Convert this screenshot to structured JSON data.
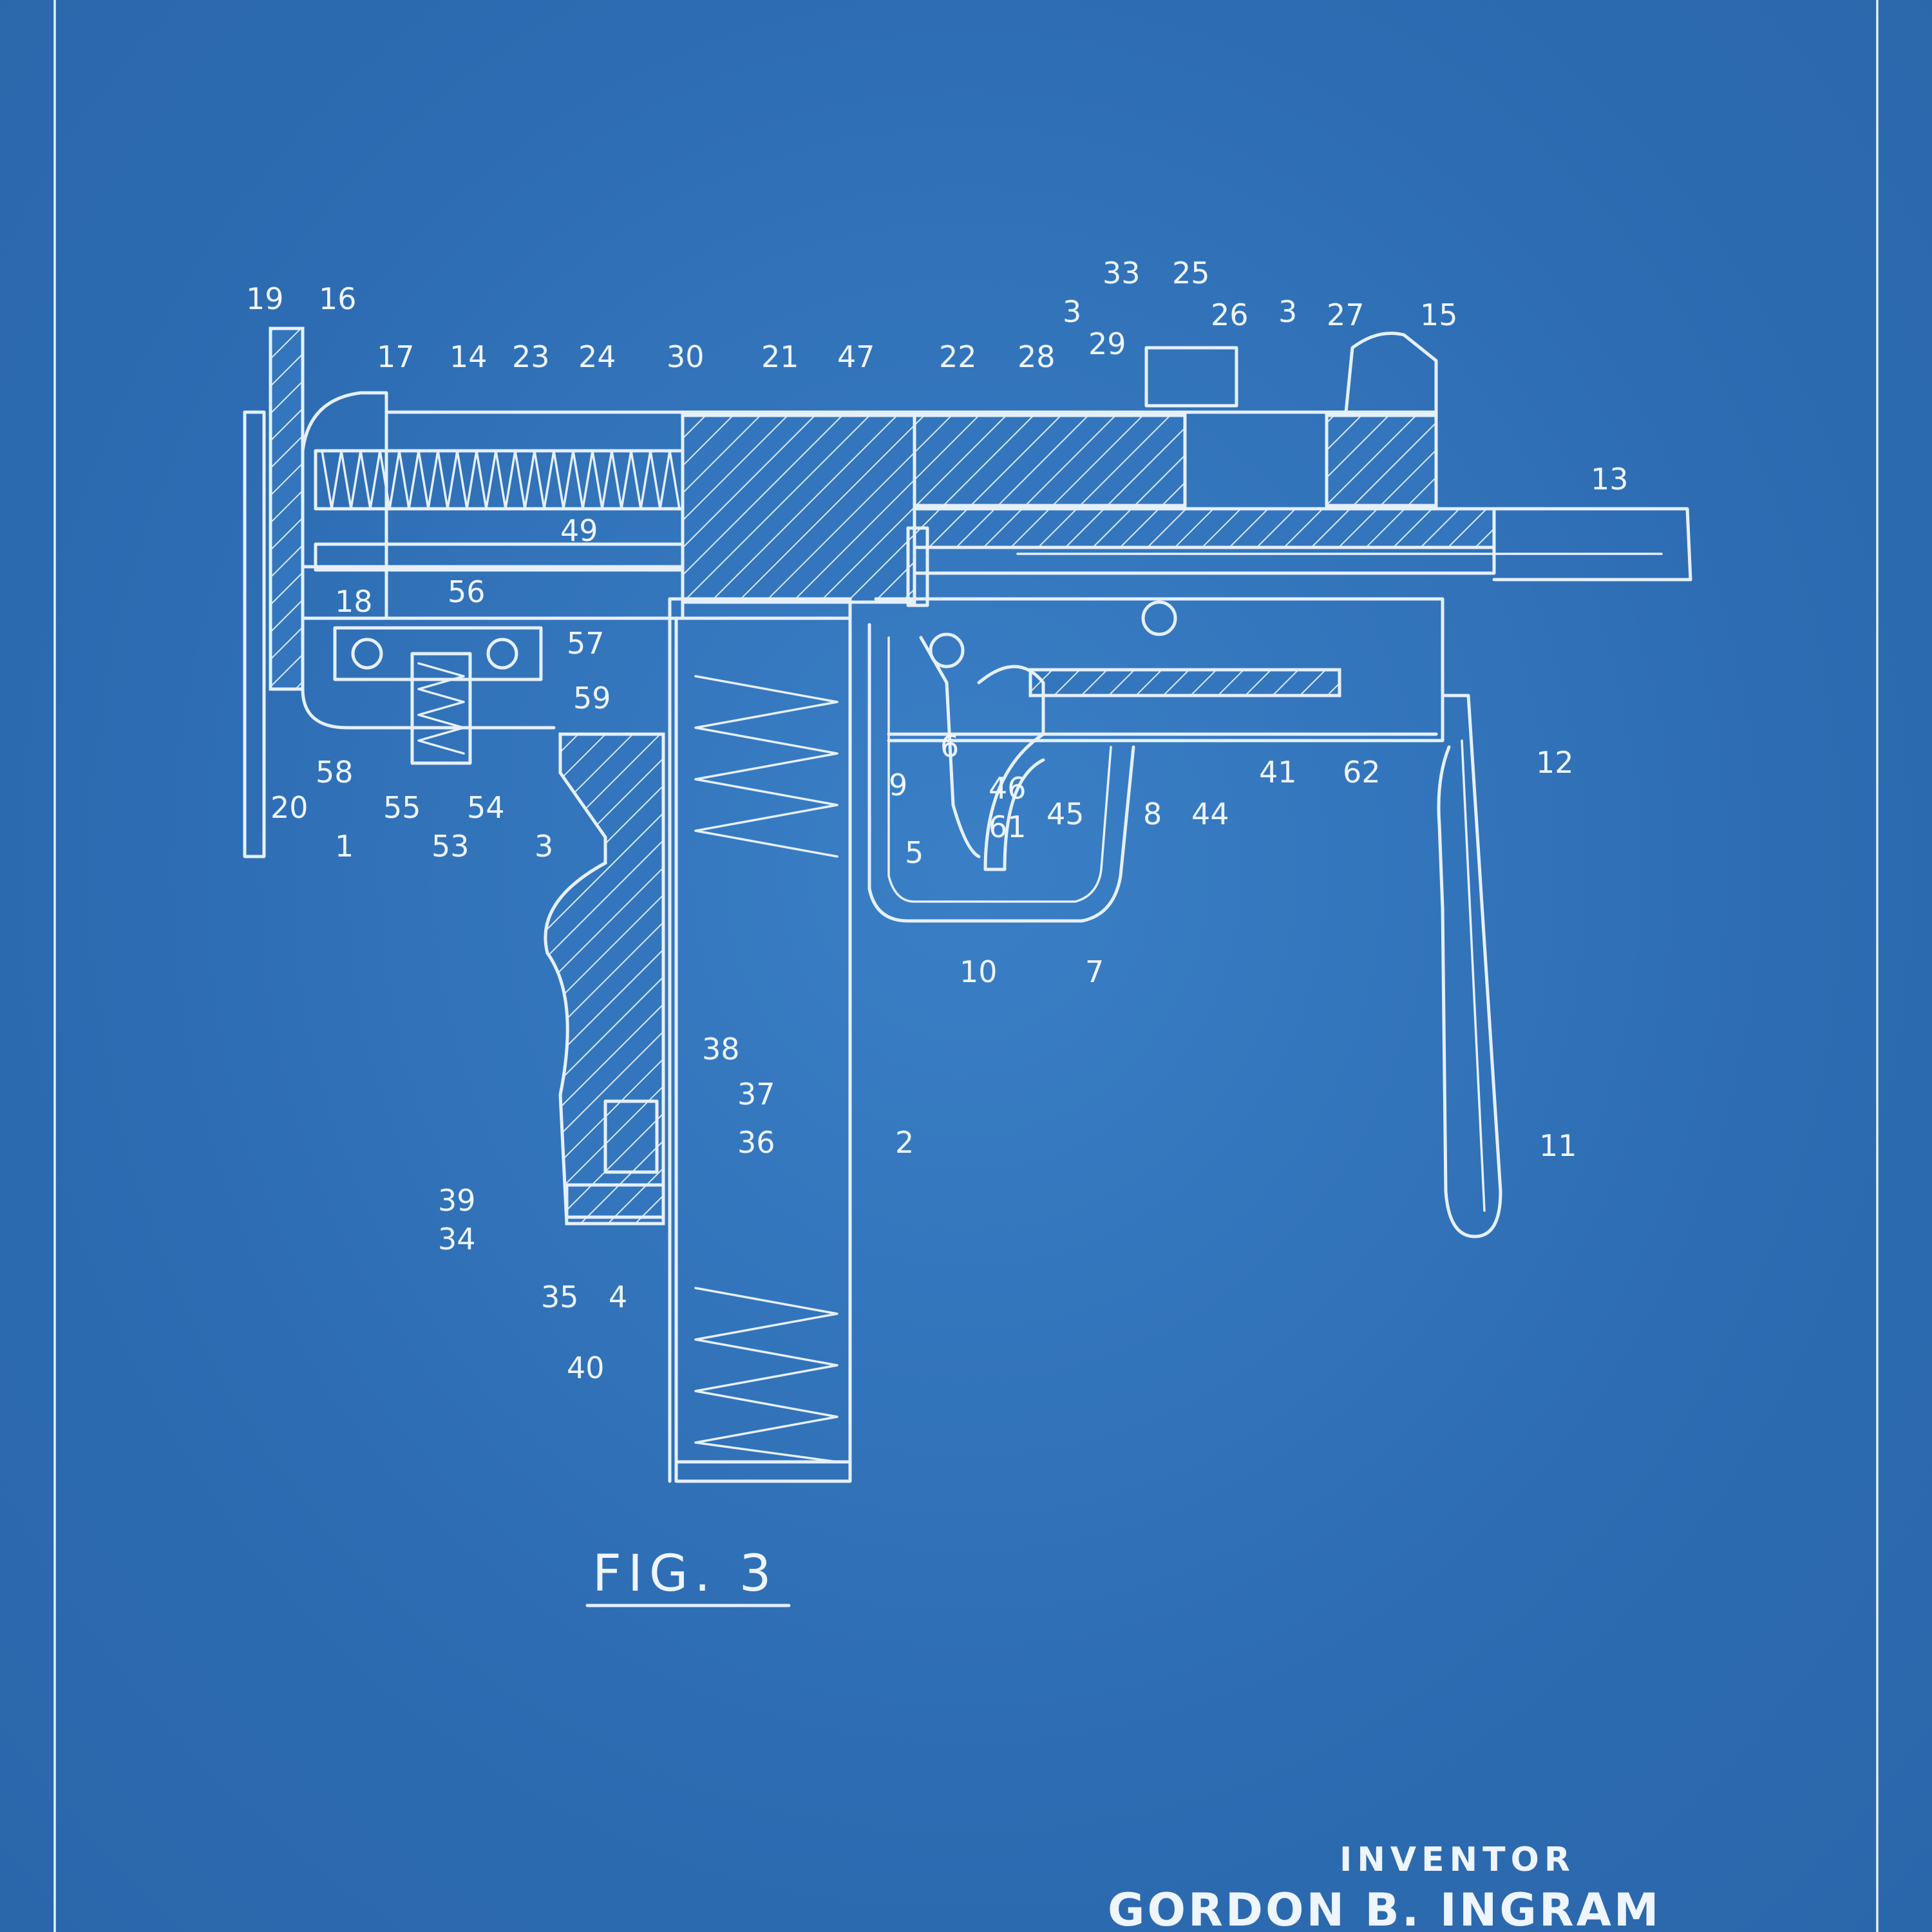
{
  "figure_label": "FIG. 3",
  "inventor_heading": "INVENTOR",
  "inventor_name": "GORDON B. INGRAM",
  "colors": {
    "background": "#2f6fb5",
    "line": "#e6f0fb"
  },
  "part_labels": [
    "19",
    "16",
    "17",
    "14",
    "23",
    "24",
    "30",
    "21",
    "47",
    "22",
    "28",
    "3",
    "29",
    "33",
    "25",
    "26",
    "3",
    "27",
    "15",
    "13",
    "49",
    "18",
    "56",
    "57",
    "59",
    "58",
    "20",
    "55",
    "54",
    "1",
    "53",
    "3",
    "9",
    "6",
    "46",
    "45",
    "61",
    "8",
    "44",
    "41",
    "62",
    "12",
    "5",
    "10",
    "7",
    "38",
    "37",
    "36",
    "2",
    "39",
    "34",
    "35",
    "4",
    "40",
    "11"
  ]
}
